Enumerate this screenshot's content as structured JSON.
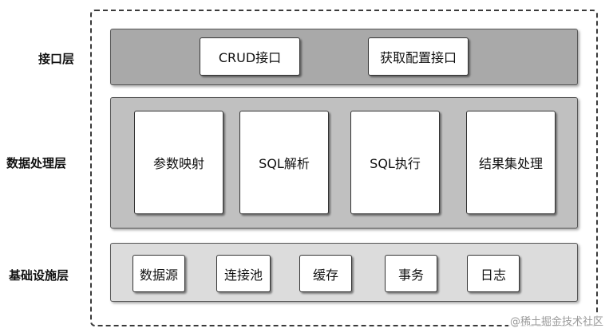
{
  "layers": {
    "interface": {
      "label": "接口层",
      "items": [
        "CRUD接口",
        "获取配置接口"
      ]
    },
    "data_processing": {
      "label": "数据处理层",
      "items": [
        "参数映射",
        "SQL解析",
        "SQL执行",
        "结果集处理"
      ]
    },
    "foundation": {
      "label": "基础设施层",
      "items": [
        "数据源",
        "连接池",
        "缓存",
        "事务",
        "日志"
      ]
    }
  },
  "watermark": "@稀土掘金技术社区"
}
